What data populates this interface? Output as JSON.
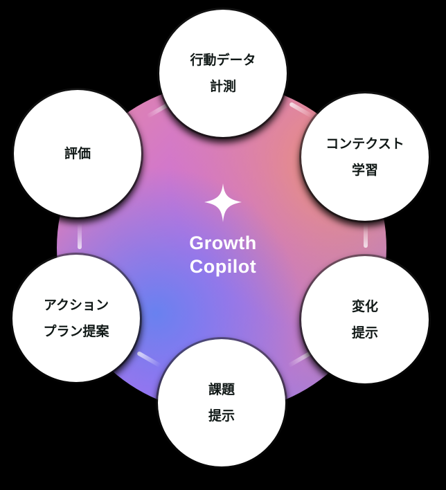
{
  "diagram": {
    "type": "cycle",
    "center": {
      "icon": "sparkle-icon",
      "title_line1": "Growth",
      "title_line2": "Copilot"
    },
    "nodes": [
      {
        "position": "top",
        "line1": "行動データ",
        "line2": "計測"
      },
      {
        "position": "top-right",
        "line1": "コンテクスト",
        "line2": "学習"
      },
      {
        "position": "bottom-right",
        "line1": "変化",
        "line2": "提示"
      },
      {
        "position": "bottom",
        "line1": "課題",
        "line2": "提示"
      },
      {
        "position": "bottom-left",
        "line1": "アクション",
        "line2": "プラン提案"
      },
      {
        "position": "top-left",
        "line1": "評価",
        "line2": ""
      }
    ],
    "colors": {
      "background": "#000000",
      "node_fill": "#ffffff",
      "node_text": "#101816",
      "hub_gradient": [
        "#e68aa0",
        "#c86ee0",
        "#b56cf0",
        "#7a82f0",
        "#f0966e"
      ],
      "center_text": "#ffffff"
    }
  }
}
